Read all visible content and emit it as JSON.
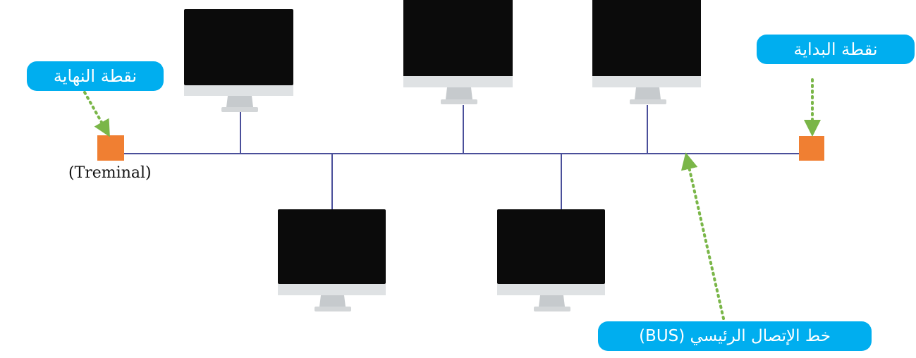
{
  "labels": {
    "end_point": "نقطة النهاية",
    "start_point": "نقطة البداية",
    "bus_line": "خط الإتصال الرئيسي (BUS)",
    "terminal": "(Treminal)"
  },
  "colors": {
    "bus_line": "#4a4f9a",
    "terminator": "#f07f32",
    "callout_bg": "#00aeef",
    "pointer": "#7ab648",
    "monitor_screen": "#0b0b0b",
    "monitor_chin": "#dfe2e4",
    "monitor_stand": "#c6cacd"
  },
  "topology": {
    "computers_above_bus": 3,
    "computers_below_bus": 2,
    "terminators": 2
  }
}
